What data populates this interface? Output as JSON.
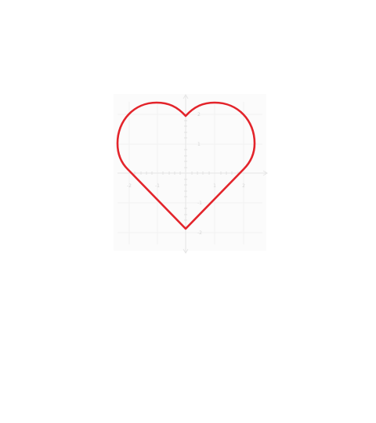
{
  "diagram": {
    "shape": "heart-outline",
    "stroke_color": "#e3242b",
    "axes": {
      "x_ticks": [
        {
          "value": -2,
          "label": "-2"
        },
        {
          "value": -1,
          "label": "-1"
        },
        {
          "value": 1,
          "label": "1"
        },
        {
          "value": 2,
          "label": "2"
        }
      ],
      "y_ticks": [
        {
          "value": 2,
          "label": "2"
        },
        {
          "value": 1,
          "label": "1"
        },
        {
          "value": -1,
          "label": "-1"
        },
        {
          "value": -2,
          "label": "-2"
        }
      ]
    }
  }
}
